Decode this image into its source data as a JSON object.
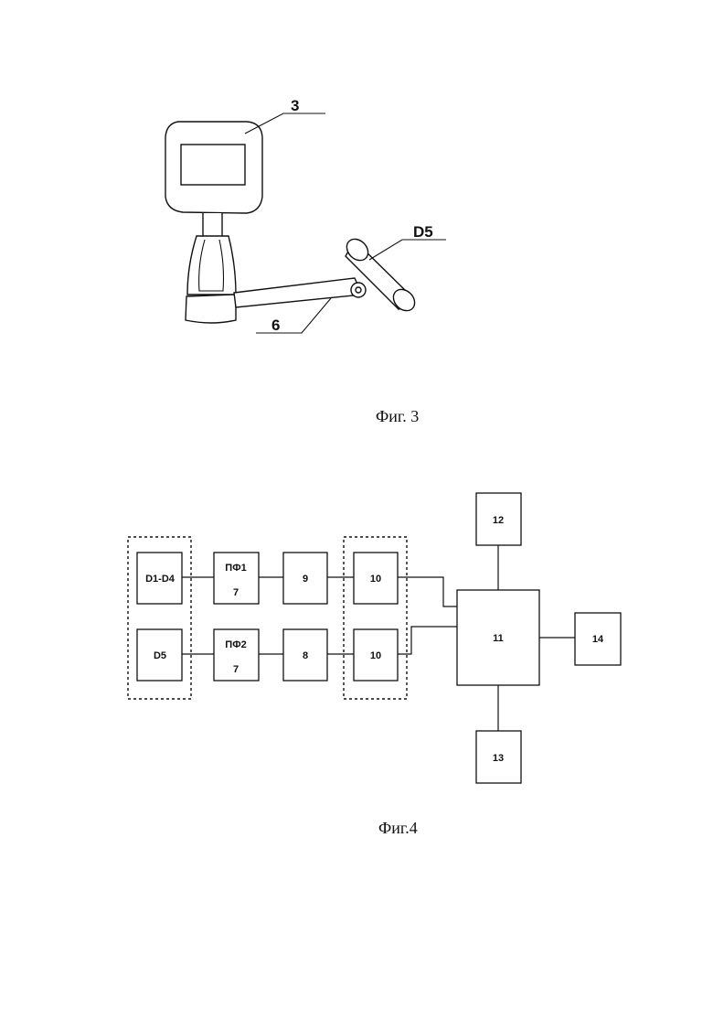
{
  "figure3": {
    "caption": "Фиг. 3",
    "label_device": "3",
    "label_sensor": "D5",
    "label_rod": "6"
  },
  "figure4": {
    "caption": "Фиг.4",
    "blocks": {
      "d1_d4": "D1-D4",
      "d5": "D5",
      "pf1_top": "ПФ1",
      "pf1_bottom": "7",
      "pf2_top": "ПФ2",
      "pf2_bottom": "7",
      "b9": "9",
      "b8": "8",
      "b10_top": "10",
      "b10_bottom": "10",
      "b11": "11",
      "b12": "12",
      "b13": "13",
      "b14": "14"
    }
  }
}
